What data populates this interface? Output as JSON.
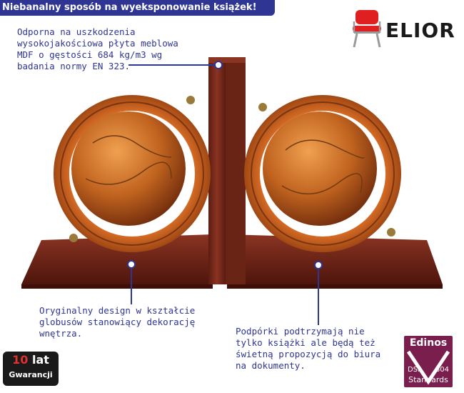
{
  "banner": {
    "text": "Niebanalny sposób na wyeksponowanie książek!"
  },
  "brand": {
    "name": "ELIOR",
    "icon": "chair-icon",
    "color": "#e02020"
  },
  "captions": {
    "material": "Odporna na uszkodzenia\nwysokojakościowa płyta meblowa\nMDF o gęstości 684 kg/m3 wg\nbadania normy EN 323.",
    "design": "Oryginalny design w kształcie\nglobusów stanowiący dekorację\nwnętrza.",
    "use": "Podpórki podtrzymają nie\ntylko książki ale będą też\nświetną propozycją do biura\nna dokumenty."
  },
  "warranty": {
    "years_number": "10",
    "years_word": "lat",
    "label": "Gwarancji"
  },
  "certificate": {
    "brand": "Edinos",
    "left": "DSI",
    "right": "804",
    "bottom": "Standards"
  },
  "colors": {
    "accent": "#2e3593",
    "wood": "#7a2a1c",
    "globe": "#c0631f"
  }
}
